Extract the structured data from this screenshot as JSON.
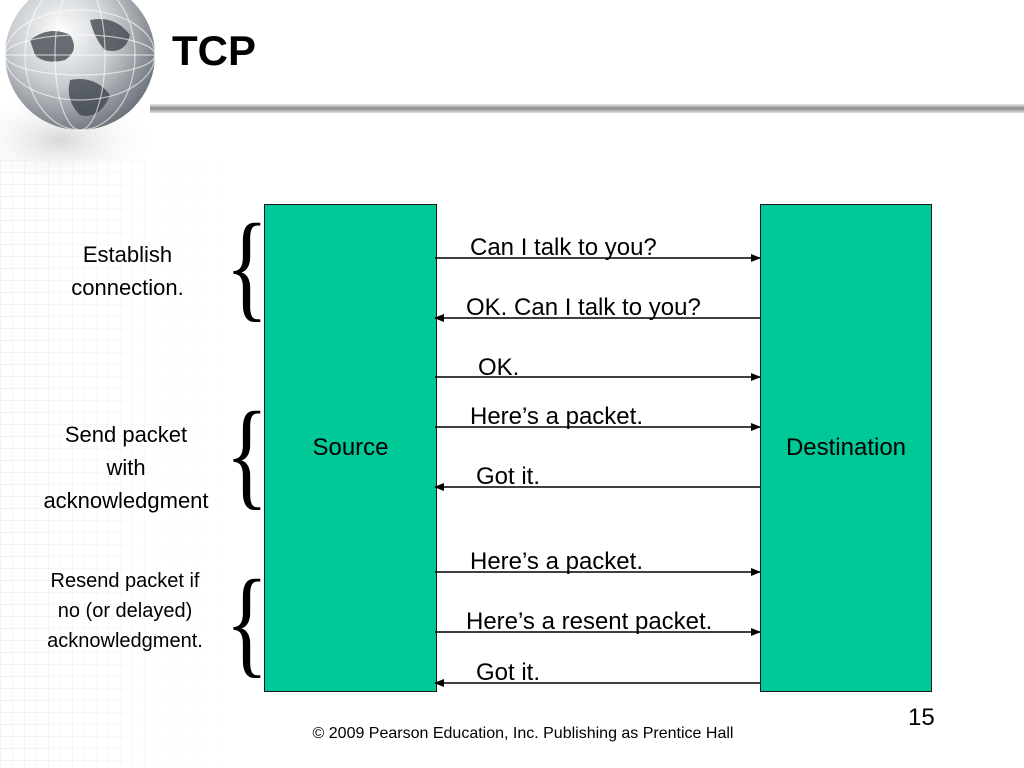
{
  "slide": {
    "title": "TCP",
    "page_number": "15",
    "footer": "© 2009 Pearson Education, Inc.  Publishing as Prentice Hall"
  },
  "colors": {
    "box_fill": "#00c896",
    "rule": "#9a9a9a"
  },
  "icons": [
    "globe-icon"
  ],
  "nodes": {
    "source": "Source",
    "destination": "Destination"
  },
  "phases": [
    {
      "label": "Establish\nconnection."
    },
    {
      "label": "Send packet\nwith\nacknowledgment"
    },
    {
      "label": "Resend packet if\nno (or delayed)\nacknowledgment."
    }
  ],
  "messages": [
    {
      "text": "Can I talk to you?",
      "direction": "to-destination"
    },
    {
      "text": "OK.  Can I talk to you?",
      "direction": "to-source"
    },
    {
      "text": "OK.",
      "direction": "to-destination"
    },
    {
      "text": "Here’s a packet.",
      "direction": "to-destination"
    },
    {
      "text": "Got it.",
      "direction": "to-source"
    },
    {
      "text": "Here’s a packet.",
      "direction": "to-destination"
    },
    {
      "text": "Here’s a resent packet.",
      "direction": "to-destination"
    },
    {
      "text": "Got it.",
      "direction": "to-source"
    }
  ]
}
